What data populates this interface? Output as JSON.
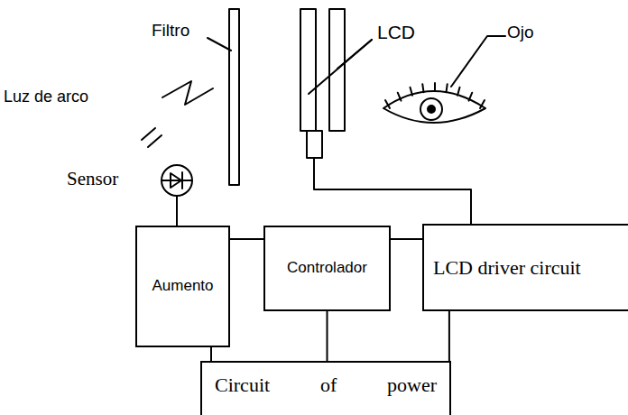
{
  "diagram": {
    "nodes": [
      {
        "text": [
          "Aumento"
        ]
      },
      {
        "text": [
          "Controlador"
        ]
      },
      {
        "text": [
          "LCD driver circuit"
        ]
      },
      {
        "text": [
          "Circuit of power"
        ]
      }
    ],
    "edges": [
      {
        "from": 0,
        "to": 1,
        "arrow": "none"
      },
      {
        "from": 1,
        "to": 2,
        "arrow": "none"
      },
      {
        "from": 0,
        "to": 3,
        "arrow": "none"
      },
      {
        "from": 1,
        "to": 3,
        "arrow": "none"
      },
      {
        "from": 2,
        "to": 3,
        "arrow": "none"
      }
    ],
    "labels": [
      "Filtro",
      "LCD",
      "Ojo",
      "Luz de arco",
      "Sensor"
    ]
  }
}
